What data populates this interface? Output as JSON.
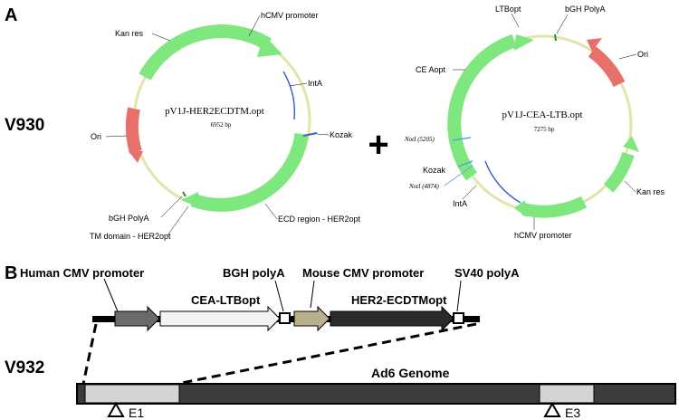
{
  "panel_a": {
    "panel_letter": "A",
    "construct_label": "V930",
    "plus_sign": "+",
    "plasmid_1": {
      "name": "pV1J-HER2ECDTM.opt",
      "size": "6952 bp",
      "features": {
        "hcmv": "hCMV promoter",
        "kan": "Kan res",
        "inta": "IntA",
        "kozak": "Kozak",
        "ori": "Ori",
        "bgh": "bGH PolyA",
        "tm": "TM domain - HER2opt",
        "ecd": "ECD region - HER2opt"
      }
    },
    "plasmid_2": {
      "name": "pV1J-CEA-LTB.opt",
      "size": "7275 bp",
      "features": {
        "ltb": "LTBopt",
        "bgh": "bGH PolyA",
        "ori": "Ori",
        "cea": "CE Aopt",
        "not1a": "NotI (5205)",
        "not1b": "NotI (4874)",
        "kozak": "Kozak",
        "inta": "IntA",
        "kan": "Kan res",
        "hcmv": "hCMV promoter"
      }
    }
  },
  "panel_b": {
    "panel_letter": "B",
    "construct_label": "V932",
    "cassette_labels": {
      "human_cmv": "Human CMV promoter",
      "bgh": "BGH polyA",
      "mouse_cmv": "Mouse CMV promoter",
      "sv40": "SV40 polyA",
      "cea_ltb": "CEA-LTBopt",
      "her2": "HER2-ECDTMopt"
    },
    "genome": {
      "name": "Ad6 Genome",
      "deletions": [
        "E1",
        "E3"
      ]
    }
  },
  "colors": {
    "plasmid_backbone": "#eeeeb8",
    "gene_green": "#7ee87e",
    "ori_red": "#e8706a",
    "marker_blue": "#3a66c8",
    "genome_dark": "#3a3d3a",
    "genome_light": "#d4d4d4",
    "cassette_black": "#000000"
  }
}
